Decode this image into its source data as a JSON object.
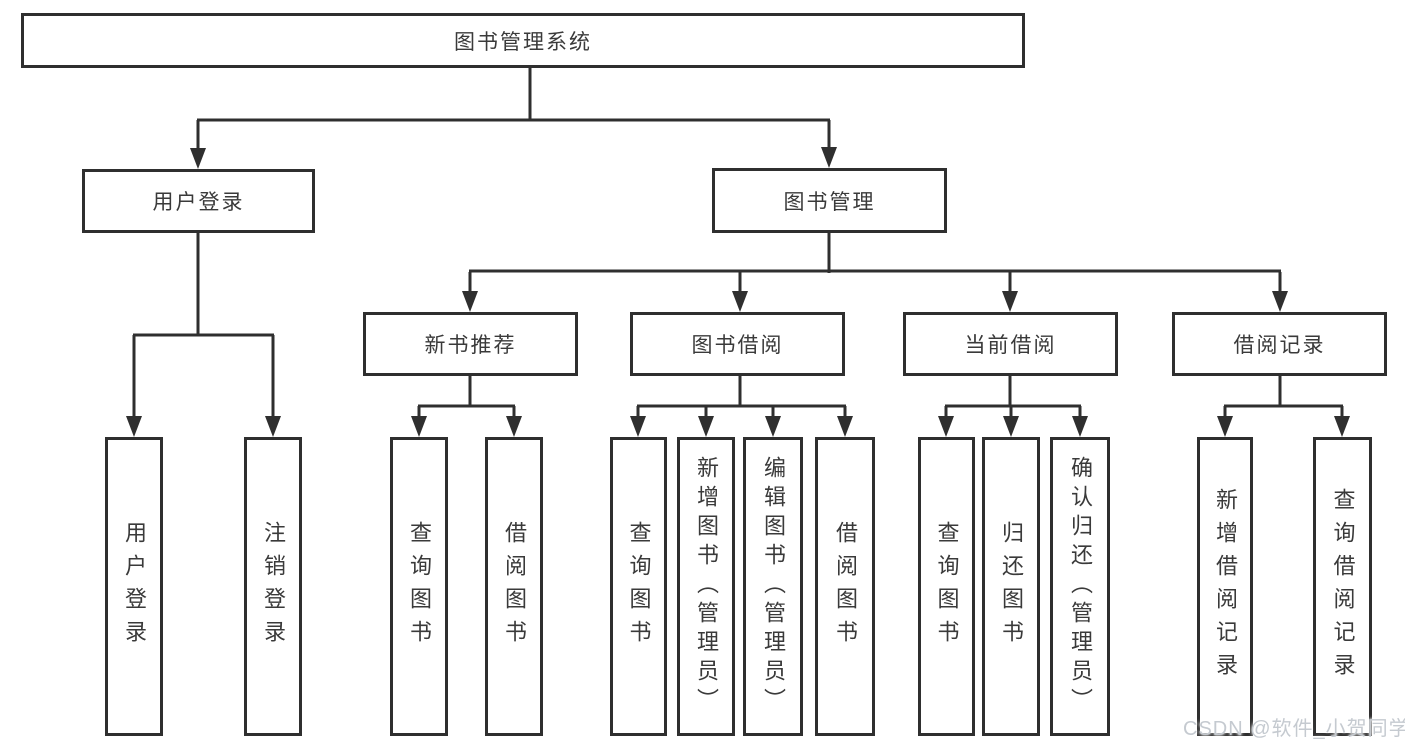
{
  "diagram_title": "图书管理系统",
  "tree": {
    "root": {
      "label": "图书管理系统",
      "children": [
        {
          "label": "用户登录",
          "children": [
            {
              "label": "用户登录"
            },
            {
              "label": "注销登录"
            }
          ]
        },
        {
          "label": "图书管理",
          "children": [
            {
              "label": "新书推荐",
              "children": [
                {
                  "label": "查询图书"
                },
                {
                  "label": "借阅图书"
                }
              ]
            },
            {
              "label": "图书借阅",
              "children": [
                {
                  "label": "查询图书"
                },
                {
                  "label": "新增图书（管理员）"
                },
                {
                  "label": "编辑图书（管理员）"
                },
                {
                  "label": "借阅图书"
                }
              ]
            },
            {
              "label": "当前借阅",
              "children": [
                {
                  "label": "查询图书"
                },
                {
                  "label": "归还图书"
                },
                {
                  "label": "确认归还（管理员）"
                }
              ]
            },
            {
              "label": "借阅记录",
              "children": [
                {
                  "label": "新增借阅记录"
                },
                {
                  "label": "查询借阅记录"
                }
              ]
            }
          ]
        }
      ]
    }
  },
  "watermark": {
    "text": "CSDN @软件_小贺同学"
  },
  "colors": {
    "background": "#ffffff",
    "line": "#2f2f2f",
    "box_border": "#2f2f2f",
    "text": "#3a3a3a",
    "watermark": "#c5cad0"
  }
}
